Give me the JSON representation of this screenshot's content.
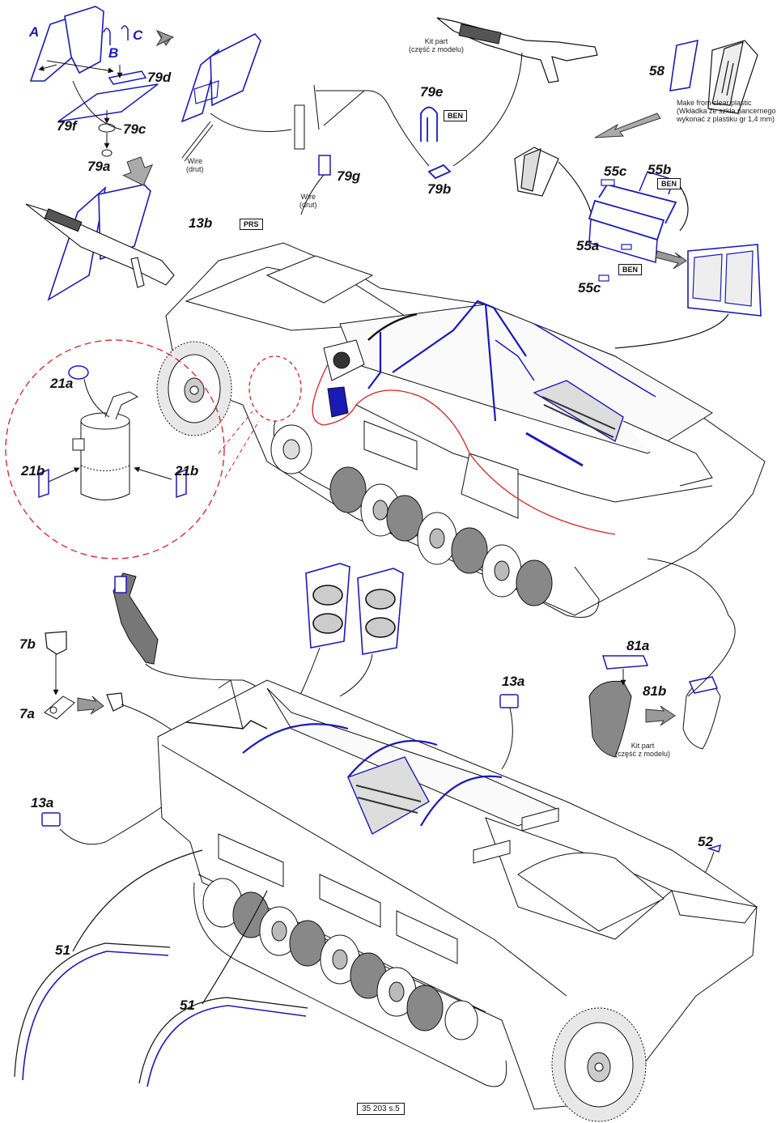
{
  "labels": {
    "A": "A",
    "B": "B",
    "C": "C",
    "p79d": "79d",
    "p79f": "79f",
    "p79c": "79c",
    "p79a": "79a",
    "p79e": "79e",
    "p79g": "79g",
    "p79b": "79b",
    "p58": "58",
    "p55c_top": "55c",
    "p55b": "55b",
    "p55a": "55a",
    "p55c_bottom": "55c",
    "p13b": "13b",
    "p21a": "21a",
    "p21b_left": "21b",
    "p21b_right": "21b",
    "p7b": "7b",
    "p7a": "7a",
    "p81a": "81a",
    "p81b": "81b",
    "p13a_mid": "13a",
    "p13a_left": "13a",
    "p52": "52",
    "p51_top": "51",
    "p51_bottom": "51"
  },
  "tags": {
    "ben_79e": "BEN",
    "ben_55b": "BEN",
    "ben_55a": "BEN",
    "prs_13b": "PRS"
  },
  "notes": {
    "kit_part_top": [
      "Kit part",
      "(część z modelu)"
    ],
    "wire_1": [
      "Wire",
      "(drut)"
    ],
    "wire_2": [
      "Wire",
      "(drut)"
    ],
    "clear_plastic": [
      "Make from clear plastic",
      "(Wkładka ze szkła pancernego",
      "wykonać z plastiku gr 1,4 mm)"
    ],
    "kit_part_bottom": [
      "Kit part",
      "(część z modelu)"
    ]
  },
  "footer": "35 203 s.5",
  "colors": {
    "etch": "#1a1ab8",
    "line": "#111111",
    "callout": "#d42020",
    "shade": "#777777"
  }
}
